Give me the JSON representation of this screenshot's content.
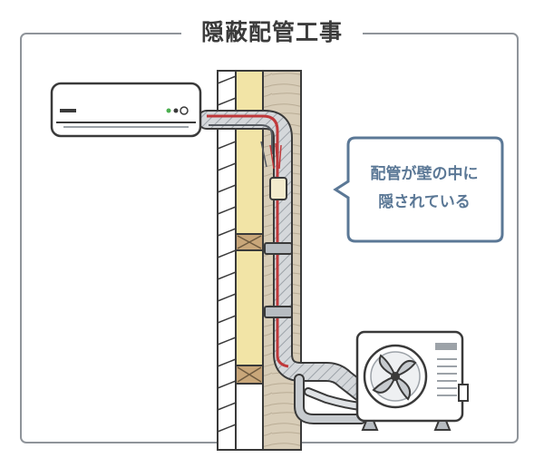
{
  "title": "隠蔽配管工事",
  "callout": {
    "line1": "配管が壁の中に",
    "line2": "隠されている"
  },
  "colors": {
    "frame": "#8f949a",
    "title_text": "#3b3b3b",
    "callout_border": "#5b7896",
    "callout_text": "#5b7896",
    "insulation": "#f2e4a6",
    "wood": "#d8cdb8",
    "pipe_red": "#c0393b",
    "pipe_gray": "#d5d8db"
  }
}
